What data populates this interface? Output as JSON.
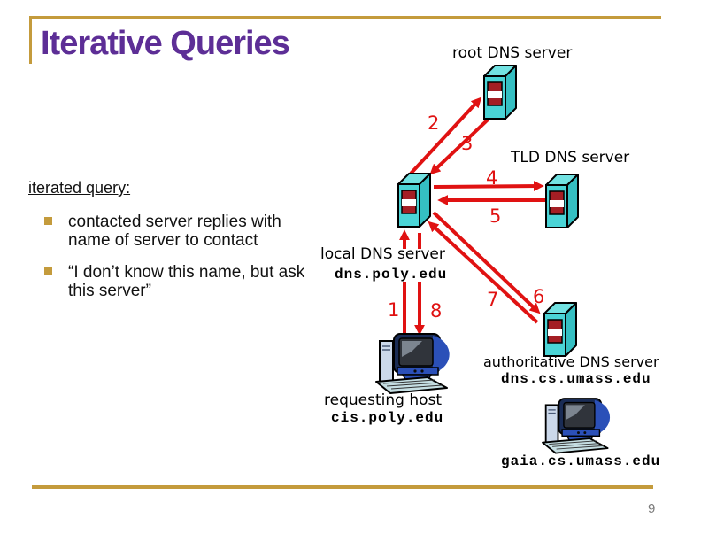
{
  "slide": {
    "title": "Iterative Queries",
    "page_number": "9"
  },
  "query_panel": {
    "heading": "iterated query:",
    "bullets": [
      {
        "text": "contacted server replies with name of server to contact"
      },
      {
        "text": "“I don’t know this name, but ask this server”"
      }
    ]
  },
  "diagram": {
    "root_label": "root DNS server",
    "tld_label": "TLD DNS server",
    "local_label": "local DNS server",
    "local_hostname": "dns.poly.edu",
    "requesting_label": "requesting host",
    "requesting_hostname": "cis.poly.edu",
    "authoritative_label": "authoritative DNS server",
    "authoritative_hostname": "dns.cs.umass.edu",
    "gaia_hostname": "gaia.cs.umass.edu",
    "steps": {
      "n1": "1",
      "n2": "2",
      "n3": "3",
      "n4": "4",
      "n5": "5",
      "n6": "6",
      "n7": "7",
      "n8": "8"
    }
  },
  "colors": {
    "accent_gold": "#C49B3C",
    "title_purple": "#5D2E96",
    "arrow_red": "#E01212",
    "server_cyan": "#4AD4D6"
  }
}
